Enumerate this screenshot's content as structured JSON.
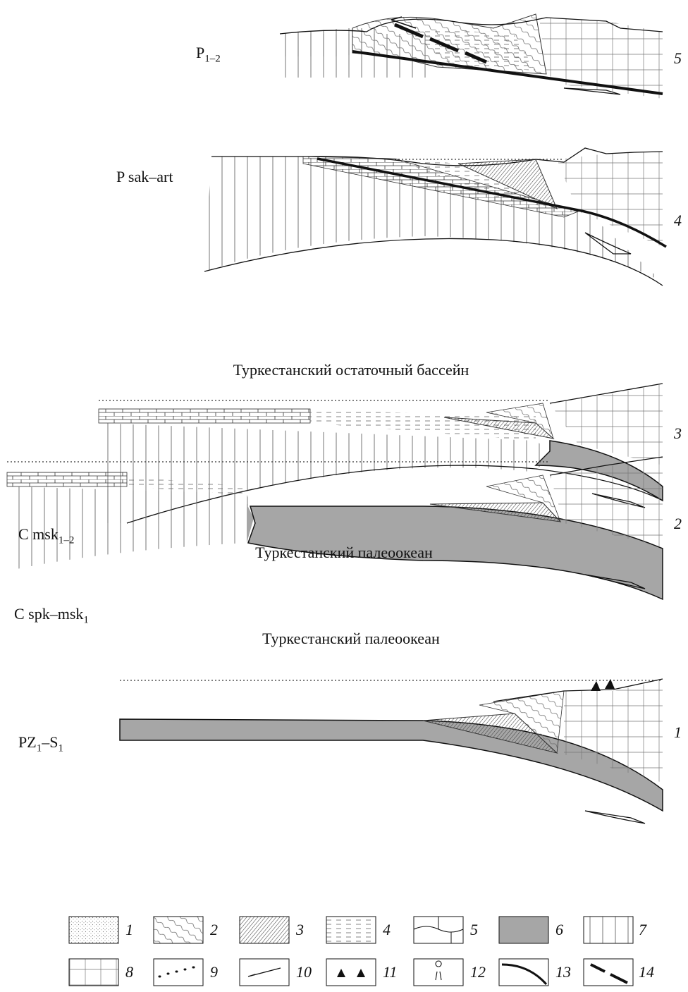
{
  "stages": [
    {
      "number": "5",
      "age_main": "P",
      "age_sub": "1–2",
      "age_tail": "",
      "age_tail_sub": ""
    },
    {
      "number": "4",
      "age_main": "P sak–art",
      "age_sub": "",
      "age_tail": "",
      "age_tail_sub": ""
    },
    {
      "number": "3",
      "age_main": "C msk",
      "age_sub": "1–2",
      "age_tail": "",
      "age_tail_sub": ""
    },
    {
      "number": "2",
      "age_main": "C spk–msk",
      "age_sub": "1",
      "age_tail": "",
      "age_tail_sub": ""
    },
    {
      "number": "1",
      "age_main": "PZ",
      "age_sub": "1",
      "age_tail": "–S",
      "age_tail_sub": "1"
    }
  ],
  "titles": {
    "stage3": "Туркестанский остаточный бассейн",
    "stage2": "Туркестанский палеоокеан",
    "stage1": "Туркестанский палеоокеан"
  },
  "legend": [
    "1",
    "2",
    "3",
    "4",
    "5",
    "6",
    "7",
    "8",
    "9",
    "10",
    "11",
    "12",
    "13",
    "14"
  ],
  "colors": {
    "oceanic_crust": "#a6a6a6",
    "line": "#111111"
  }
}
